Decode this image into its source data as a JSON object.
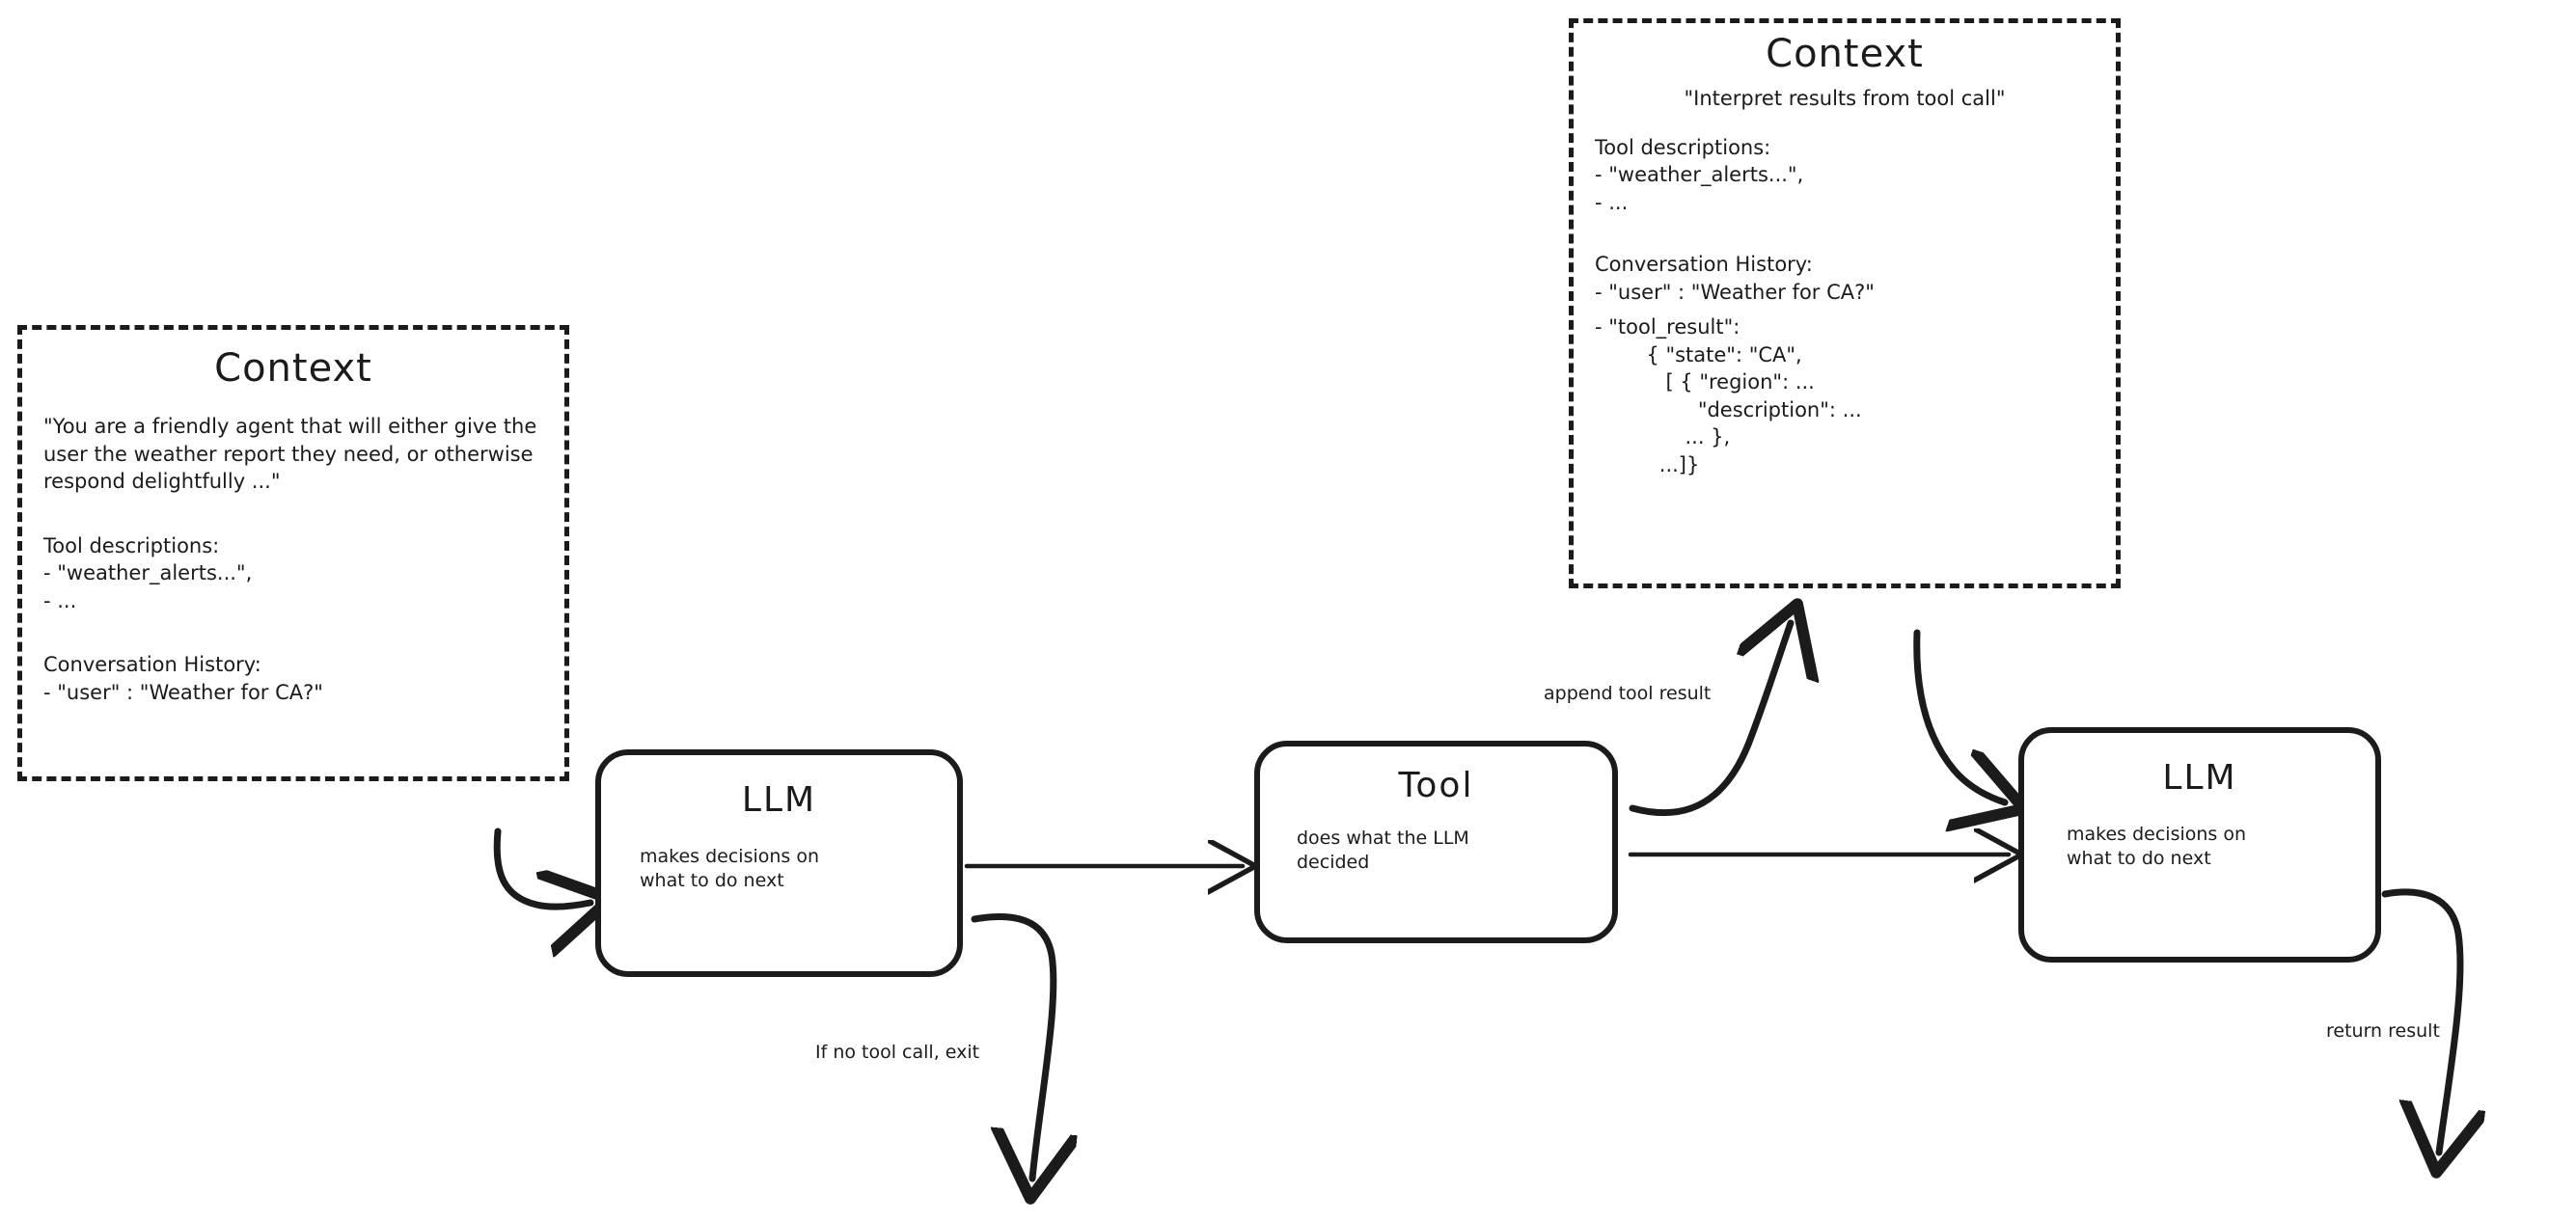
{
  "diagram": {
    "title": "LLM agent tool-calling loop",
    "type": "flow-diagram"
  },
  "context_left": {
    "title": "Context",
    "system_prompt": "\"You are a friendly agent that will either give the user the weather report they need, or otherwise respond delightfully ...\"",
    "tool_descriptions_heading": "Tool descriptions:",
    "tool_descriptions": [
      "- \"weather_alerts...\",",
      "- ..."
    ],
    "conversation_heading": "Conversation History:",
    "conversation": [
      "- \"user\" : \"Weather for CA?\""
    ]
  },
  "context_right": {
    "title": "Context",
    "system_prompt": "\"Interpret results from tool call\"",
    "tool_descriptions_heading": "Tool descriptions:",
    "tool_descriptions": [
      "- \"weather_alerts...\",",
      "- ..."
    ],
    "conversation_heading": "Conversation History:",
    "conversation": [
      "- \"user\" : \"Weather for CA?\"",
      "- \"tool_result\":",
      "        { \"state\": \"CA\",",
      "           [ { \"region\": ...",
      "                \"description\": ...",
      "              ... },",
      "          ...]}"
    ]
  },
  "nodes": {
    "llm_1": {
      "title": "LLM",
      "subtitle": "makes decisions on\nwhat to do next"
    },
    "tool": {
      "title": "Tool",
      "subtitle": "does what the LLM\ndecided"
    },
    "llm_2": {
      "title": "LLM",
      "subtitle": "makes decisions on\nwhat to do next"
    }
  },
  "edges": {
    "context_to_llm1": "",
    "llm1_to_tool": "",
    "llm1_exit": "If no tool call, exit",
    "tool_append": "append tool result",
    "context_to_llm2": "",
    "tool_to_llm2": "",
    "llm2_return": "return result"
  },
  "colors": {
    "ink": "#1b1b1b",
    "background": "#ffffff"
  }
}
